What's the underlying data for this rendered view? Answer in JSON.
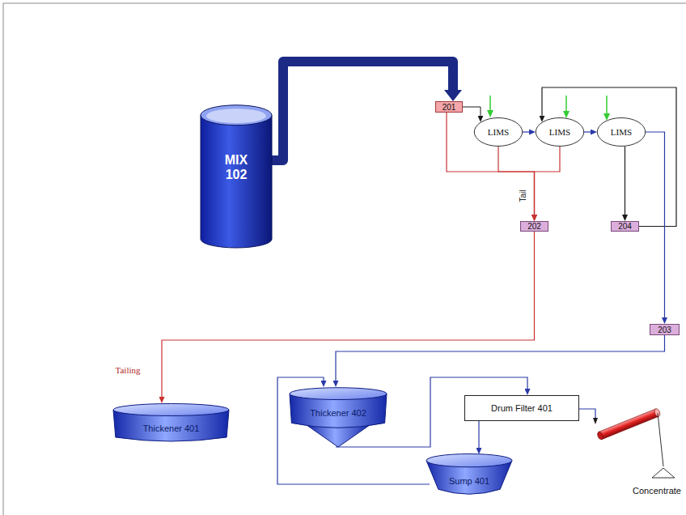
{
  "diagram": {
    "nodes": [
      {
        "text": [
          "MIX 102"
        ]
      },
      {
        "text": [
          "201"
        ]
      },
      {
        "text": [
          "LIMS"
        ]
      },
      {
        "text": [
          "LIMS"
        ]
      },
      {
        "text": [
          "LIMS"
        ]
      },
      {
        "text": [
          "202"
        ]
      },
      {
        "text": [
          "204"
        ]
      },
      {
        "text": [
          "203"
        ]
      },
      {
        "text": [
          "Thickener 401"
        ]
      },
      {
        "text": [
          "Thickener 402"
        ]
      },
      {
        "text": [
          "Drum Filter 401"
        ]
      },
      {
        "text": [
          "Sump 401"
        ]
      }
    ],
    "edges": [
      {
        "from": 0,
        "to": 1,
        "arrow": "to"
      },
      {
        "from": 1,
        "to": 2,
        "arrow": "to"
      },
      {
        "from": 2,
        "to": 3,
        "arrow": "to"
      },
      {
        "from": 3,
        "to": 4,
        "arrow": "to"
      },
      {
        "from": 1,
        "to": 5,
        "arrow": "to"
      },
      {
        "from": 2,
        "to": 5,
        "arrow": "to"
      },
      {
        "from": 3,
        "to": 5,
        "arrow": "to"
      },
      {
        "from": 4,
        "to": 6,
        "arrow": "to"
      },
      {
        "from": 6,
        "to": 3,
        "arrow": "to"
      },
      {
        "from": 4,
        "to": 7,
        "arrow": "to"
      },
      {
        "from": 5,
        "to": 8,
        "arrow": "to"
      },
      {
        "from": 7,
        "to": 9,
        "arrow": "to"
      },
      {
        "from": 9,
        "to": 10,
        "arrow": "to"
      },
      {
        "from": 10,
        "to": 11,
        "arrow": "to"
      },
      {
        "from": 11,
        "to": 9,
        "arrow": "to"
      }
    ],
    "labels": [
      "Tail",
      "Tailing",
      "Concentrate"
    ]
  }
}
